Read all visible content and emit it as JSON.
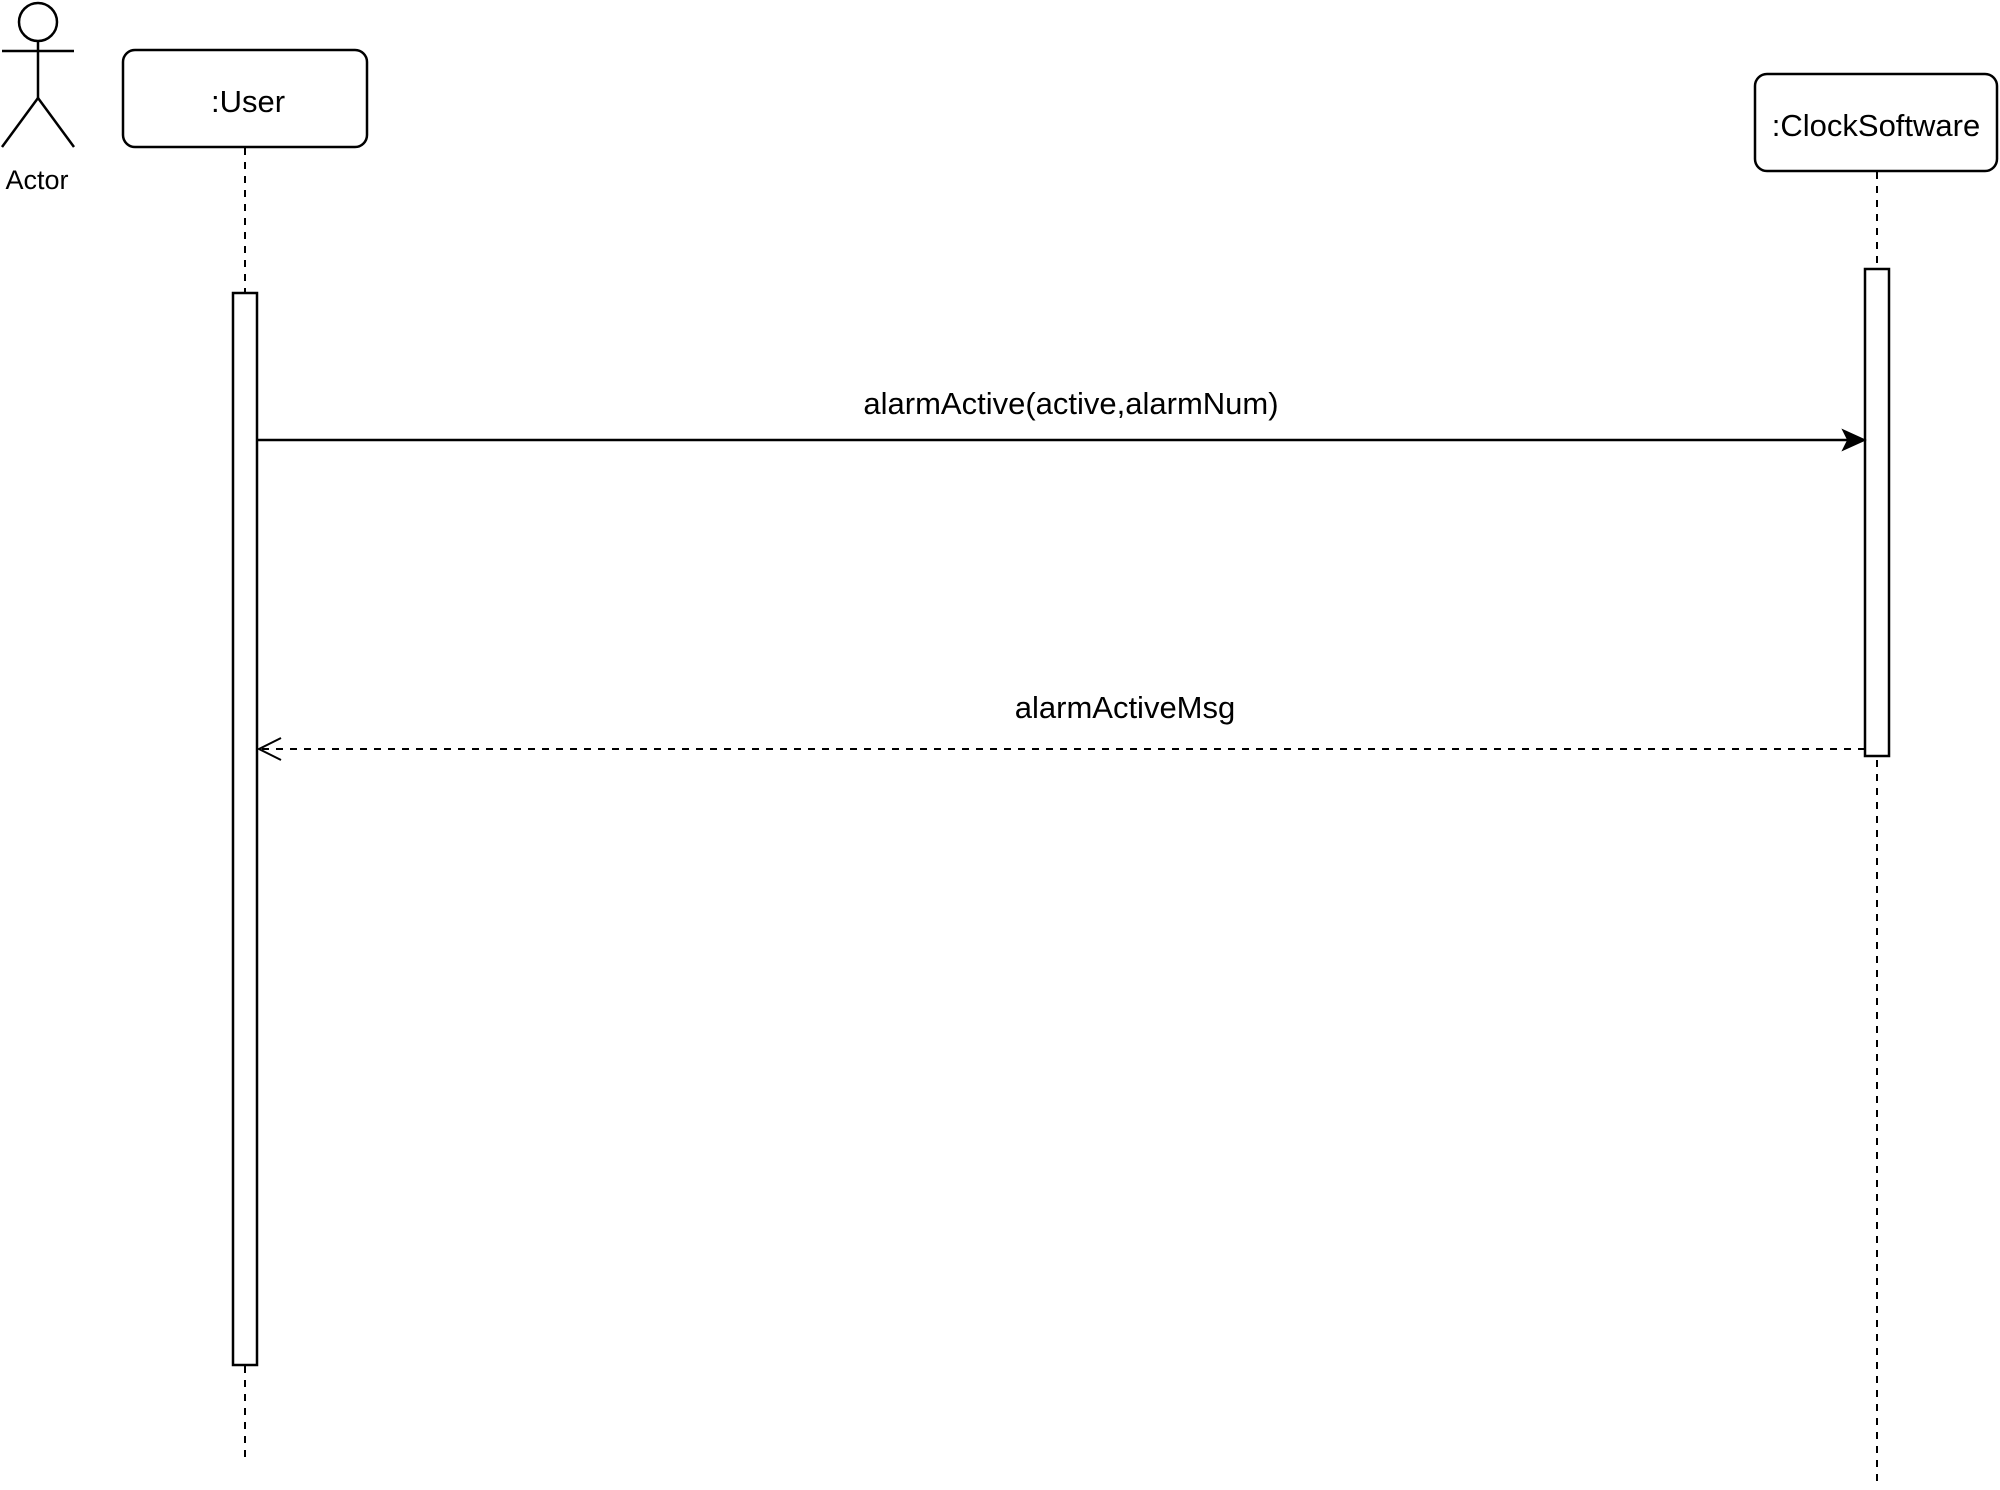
{
  "diagram": {
    "type": "uml-sequence",
    "actor": {
      "label": "Actor"
    },
    "participants": [
      {
        "id": "user",
        "label": ":User"
      },
      {
        "id": "clock",
        "label": ":ClockSoftware"
      }
    ],
    "messages": [
      {
        "from": "user",
        "to": "clock",
        "label": "alarmActive(active,alarmNum)",
        "kind": "synchronous-call",
        "line": "solid",
        "arrowhead": "filled"
      },
      {
        "from": "clock",
        "to": "user",
        "label": "alarmActiveMsg",
        "kind": "reply",
        "line": "dashed",
        "arrowhead": "open"
      }
    ]
  }
}
